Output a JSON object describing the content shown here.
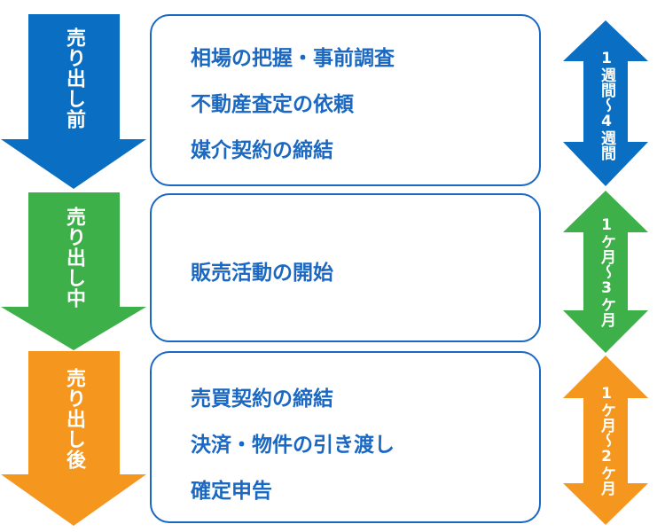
{
  "colors": {
    "before": "#0a6fc2",
    "during": "#3db049",
    "after": "#f5971f",
    "box_border": "#1a68c2",
    "box_text": "#1a68c2"
  },
  "phases": [
    {
      "label": "売り出し前",
      "steps": [
        "相場の把握・事前調査",
        "不動産査定の依頼",
        "媒介契約の締結"
      ],
      "duration": "1週間〜4週間"
    },
    {
      "label": "売り出し中",
      "steps": [
        "販売活動の開始"
      ],
      "duration": "1ケ月〜3ケ月"
    },
    {
      "label": "売り出し後",
      "steps": [
        "売買契約の締結",
        "決済・物件の引き渡し",
        "確定申告"
      ],
      "duration": "1ケ月〜2ケ月"
    }
  ]
}
